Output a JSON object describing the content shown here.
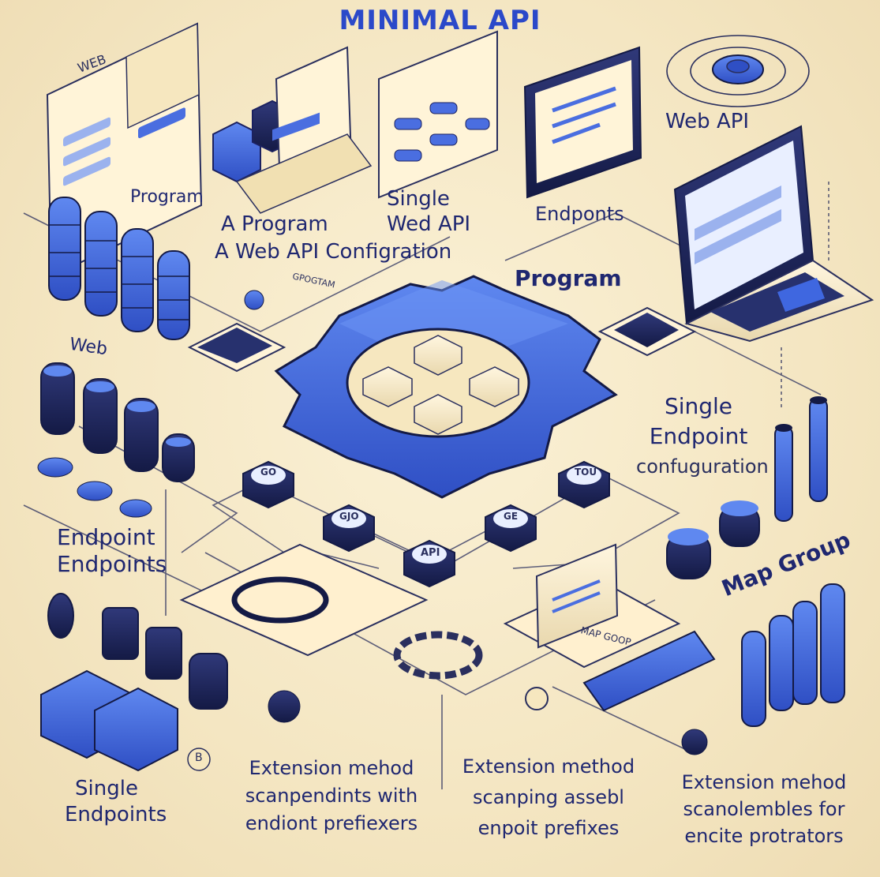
{
  "title": "MINIMAL API",
  "colors": {
    "background": "#f5e9c8",
    "accent": "#3f67e0",
    "ink": "#1f2770",
    "dark": "#161c4a"
  },
  "icons": [
    "puzzle-hub-icon",
    "server-stack-icon",
    "laptop-icon",
    "monitor-icon",
    "browser-window-icon",
    "target-icon",
    "cube-icon"
  ],
  "labels": {
    "web_small": "WEB",
    "program_top": "Program",
    "a_program": "A Program",
    "a_web_api_config": "A Web API Configration",
    "single_web_api": "Single",
    "web_api_line2": "Wed API",
    "endponts": "Endponts",
    "web_api_right": "Web API",
    "program_center": "Program",
    "program_small": "GPOGTAM",
    "web_left": "Web",
    "single_endpoint": "Single",
    "single_endpoint_line2": "Endpoint",
    "confuguration": "confuguration",
    "endpoint_left": "Endpoint",
    "endpoints_left": "Endpoints",
    "map_group": "Map Group",
    "map_small": "MAP GOOP",
    "single_endpoints": "Single",
    "single_endpoints_line2": "Endpoints",
    "ext1_l1": "Extension mehod",
    "ext1_l2": "scanpendints with",
    "ext1_l3": "endiont prefiexers",
    "ext2_l1": "Extension method",
    "ext2_l2": "scanping assebl",
    "ext2_l3": "enpoit prefixes",
    "ext3_l1": "Extension mehod",
    "ext3_l2": "scanolembles for",
    "ext3_l3": "encite protrators",
    "node_api": "API",
    "node_a": "GO",
    "node_b": "TOU",
    "node_c": "GJO",
    "node_d": "GE",
    "b_badge": "B"
  }
}
